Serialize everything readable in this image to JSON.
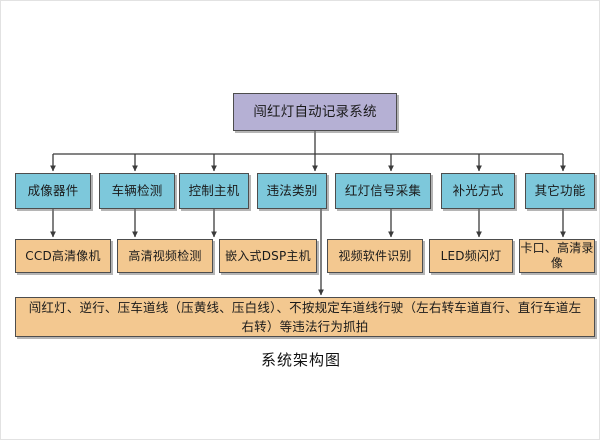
{
  "diagram": {
    "caption": "系统架构图",
    "colors": {
      "root_fill": "#b5b0d4",
      "level1_fill": "#7dc8db",
      "level2_fill": "#f3c890",
      "wide_fill": "#f3c890",
      "stroke": "#4d4d4d",
      "background": "#ffffff"
    },
    "root": {
      "label": "闯红灯自动记录系统"
    },
    "level1": [
      {
        "label": "成像器件"
      },
      {
        "label": "车辆检测"
      },
      {
        "label": "控制主机"
      },
      {
        "label": "违法类别"
      },
      {
        "label": "红灯信号采集"
      },
      {
        "label": "补光方式"
      },
      {
        "label": "其它功能"
      }
    ],
    "level2": [
      {
        "label": "CCD高清像机"
      },
      {
        "label": "高清视频检测"
      },
      {
        "label": "嵌入式DSP主机"
      },
      {
        "label": "视频软件识别"
      },
      {
        "label": "LED频闪灯"
      },
      {
        "label": "卡口、高清录像"
      }
    ],
    "wide": {
      "label": "闯红灯、逆行、压车道线（压黄线、压白线）、不按规定车道线行驶（左右转车道直行、直行车道左右转）等违法行为抓拍"
    }
  }
}
